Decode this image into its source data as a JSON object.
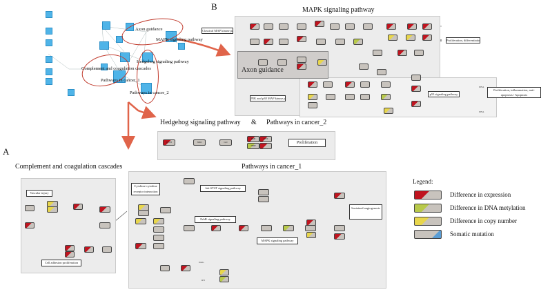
{
  "labels": {
    "panel_b_letter": "B",
    "panel_a_letter": "A",
    "mapk_title": "MAPK signaling pathway",
    "hedgehog_title": "Hedgehog signaling pathway",
    "ampersand": "&",
    "cancer2_title": "Pathways in cancer_2",
    "complement_title": "Complement and coagulation cascades",
    "cancer1_title": "Pathways in cancer_1",
    "axon_guidance": "Axon guidance"
  },
  "network": {
    "axon": "Axon guidance",
    "mapk": "MAPK signaling pathway",
    "hedgehog": "Hedgehog signaling pathway",
    "complement": "Complement and coagulation cascades",
    "cancer1": "Pathways in cancer_1",
    "cancer2": "Pathways in cancer_2"
  },
  "mapk_boxes": {
    "classical": "Classical MAP kinase pathway",
    "prolif_diff": "Proliferation, differentiation",
    "jnk_p38": "JNK and p38 MAP kinase pathway",
    "p53": "p53 signaling pathway",
    "outcome": "Proliferation, inflammation, anti-apoptosis / Apoptosis",
    "dna1": "DNA",
    "dna2": "DNA",
    "p": "+p"
  },
  "hedgehog_boxes": {
    "proliferation": "Proliferation",
    "genes": [
      "PTCH",
      "SMO",
      "GLI",
      "BMP",
      "WNT",
      "HHIP"
    ]
  },
  "complement_boxes": {
    "vascular_injury": "Vascular injury",
    "cell_adhesion": "Cell adhesion proliferation"
  },
  "cancer1_boxes": {
    "cytokine": "Cytokine-cytokine receptor interaction",
    "jak_stat": "Jak-STAT signaling pathway",
    "erbb": "ErbB signaling pathway",
    "mapk": "MAPK signaling pathway",
    "sustained": "Sustained angiogenesis",
    "dag": "DAG",
    "ip3": "IP3",
    "ca": "Ca2+"
  },
  "legend": {
    "title": "Legend:",
    "items": [
      {
        "label": "Difference in expression",
        "color": "#c0141f"
      },
      {
        "label": "Difference in DNA metylation",
        "color": "#b8c94a"
      },
      {
        "label": "Difference in  copy number",
        "color": "#e8d64c"
      },
      {
        "label": "Somatic mutation",
        "color": "#5a9ed6"
      }
    ]
  },
  "colors": {
    "arrow": "#e0644a",
    "node": "#4fb4e8",
    "panel": "#ececec"
  }
}
